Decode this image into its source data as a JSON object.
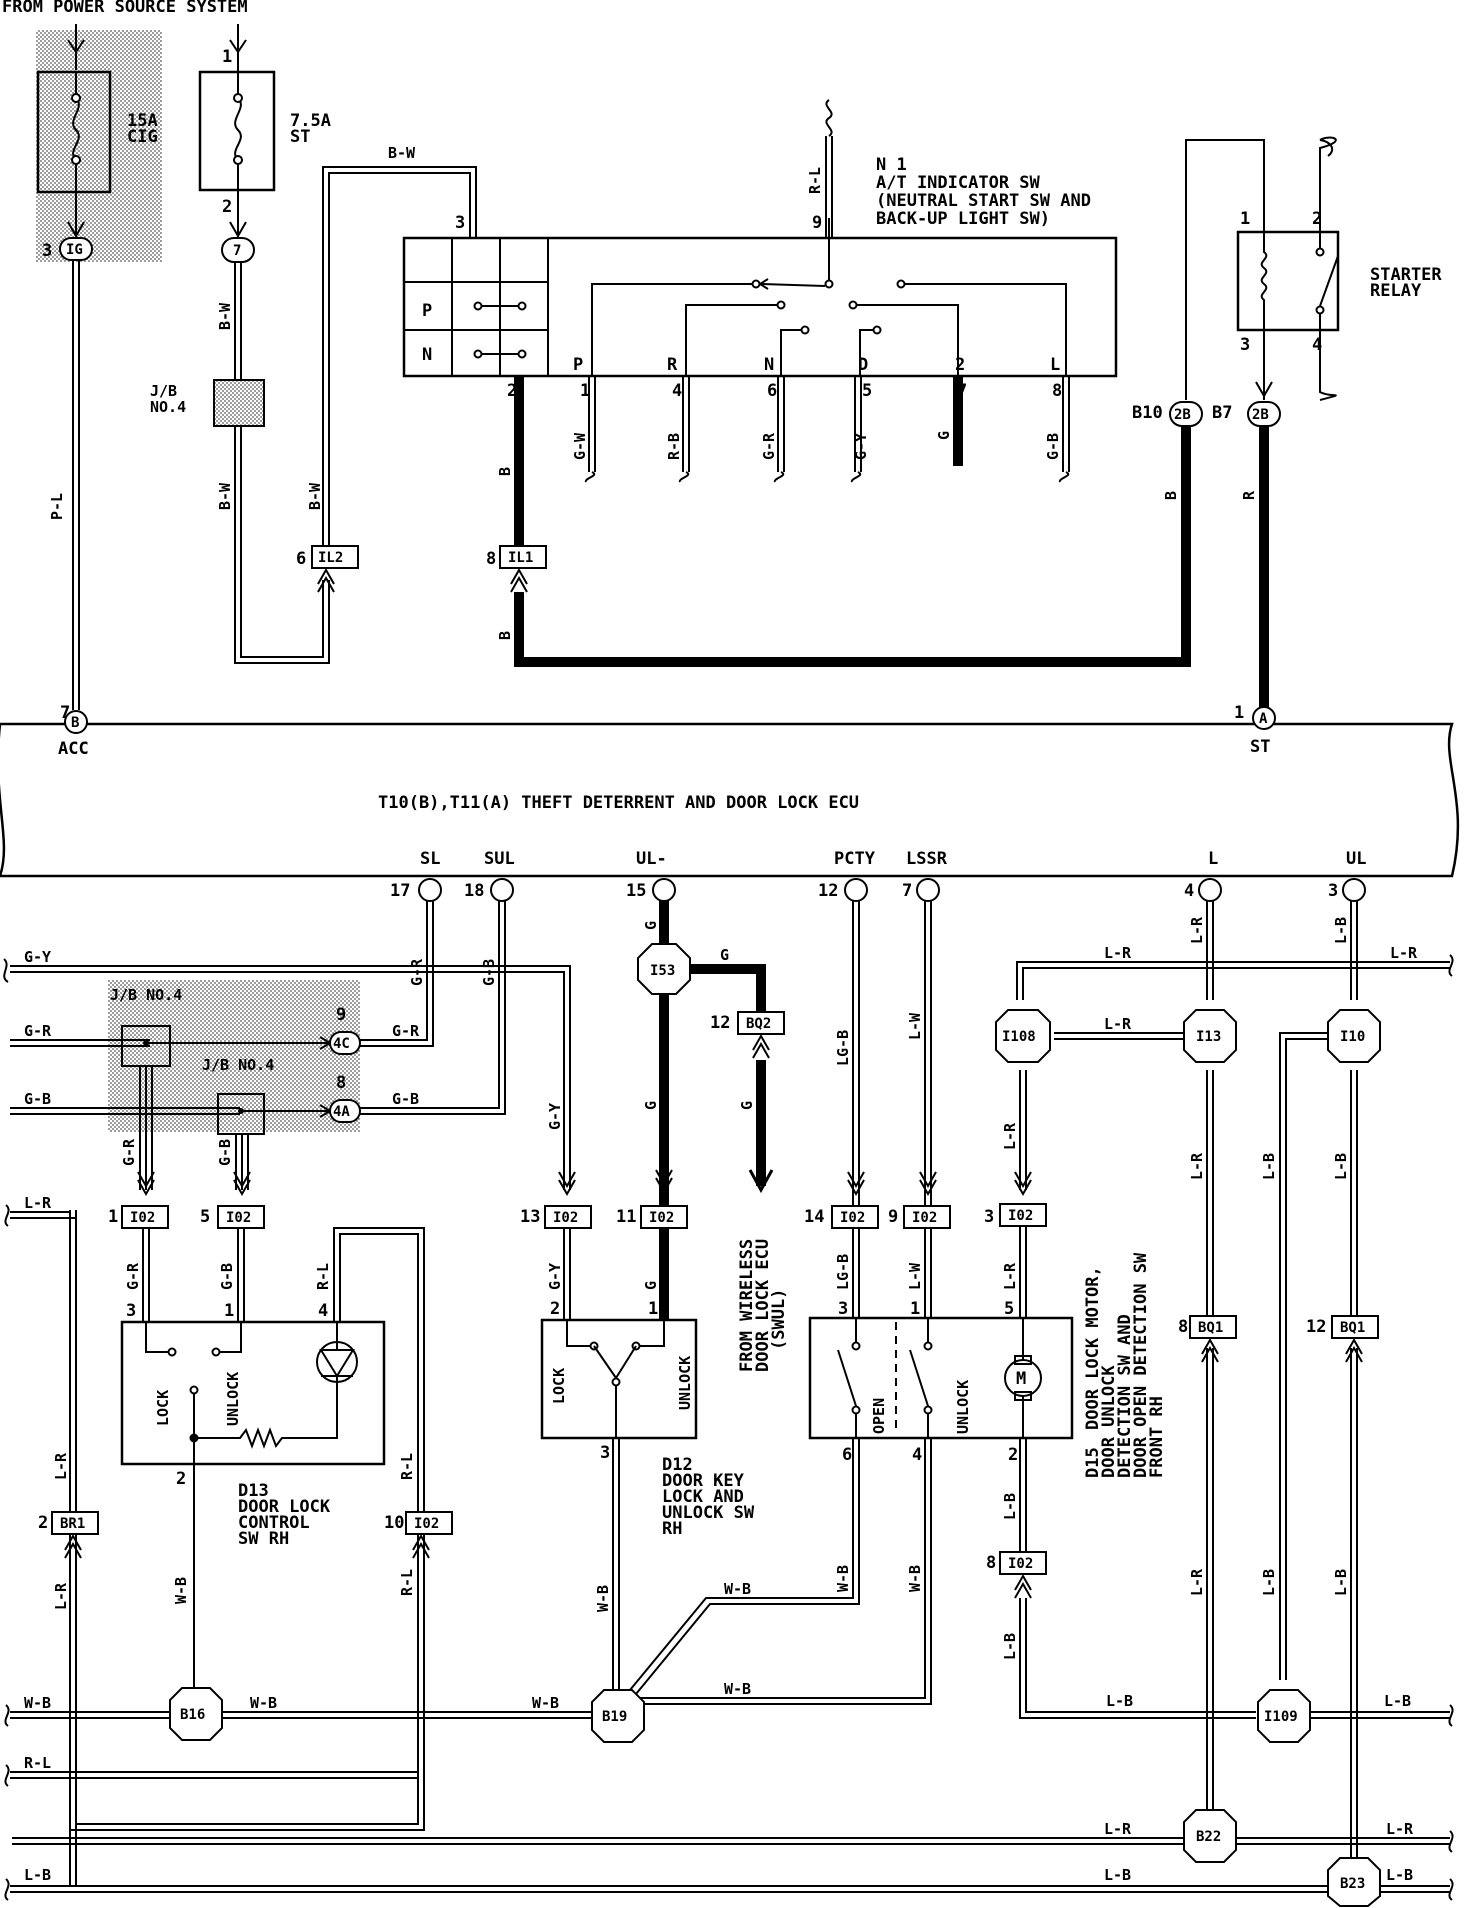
{
  "header": {
    "from_power": "FROM POWER SOURCE SYSTEM"
  },
  "fuses": {
    "cig": {
      "amp": "15A",
      "name": "CIG",
      "conn": "IG",
      "pin": "3"
    },
    "st": {
      "amp": "7.5A",
      "name": "ST",
      "conn": "7",
      "pin_top": "1",
      "pin_bot": "2"
    }
  },
  "jb": {
    "no4": "J/B\nNO.4",
    "no4a": "J/B NO.4",
    "no4b": "J/B NO.4"
  },
  "n1": {
    "line1": "N 1",
    "line2": "A/T INDICATOR SW",
    "line3": "(NEUTRAL START SW AND",
    "line4": " BACK-UP LIGHT SW)",
    "grid_p": "P",
    "grid_n": "N",
    "pos": [
      "P",
      "R",
      "N",
      "D",
      "2",
      "L"
    ],
    "pins": [
      "1",
      "4",
      "6",
      "5",
      "7",
      "8"
    ],
    "wires": [
      "G-W",
      "R-B",
      "G-R",
      "G-Y",
      "G",
      "G-B"
    ],
    "pin3": "3",
    "pin9": "9",
    "pin2": "2"
  },
  "relay": {
    "name1": "STARTER",
    "name2": "RELAY",
    "p1": "1",
    "p2": "2",
    "p3": "3",
    "p4": "4"
  },
  "ecu": {
    "title": "T10(B),T11(A) THEFT DETERRENT AND DOOR LOCK ECU",
    "acc": "ACC",
    "st": "ST",
    "acc_pin": "7",
    "acc_conn": "B",
    "st_pin": "1",
    "st_conn": "A",
    "bottom_terms": [
      {
        "name": "SL",
        "pin": "17"
      },
      {
        "name": "SUL",
        "pin": "18"
      },
      {
        "name": "UL-",
        "pin": "15"
      },
      {
        "name": "PCTY",
        "pin": "12"
      },
      {
        "name": "LSSR",
        "pin": "7"
      },
      {
        "name": "L",
        "pin": "4"
      },
      {
        "name": "UL",
        "pin": "3"
      }
    ]
  },
  "connectors": {
    "il2": "IL2",
    "il1": "IL1",
    "b10": "B10",
    "b7": "B7",
    "c2b": "2B",
    "i02": "I02",
    "bq2": "BQ2",
    "bq1": "BQ1",
    "br1": "BR1",
    "c4c": "4C",
    "c4a": "4A",
    "j153": "I53",
    "j108": "I108",
    "j13": "I13",
    "j10": "I10",
    "j109": "I109",
    "b16": "B16",
    "b19": "B19",
    "b22": "B22",
    "b23": "B23"
  },
  "wires": {
    "bw": "B-W",
    "pl": "P-L",
    "rl": "R-L",
    "b": "B",
    "r": "R",
    "gy": "G-Y",
    "gr": "G-R",
    "gb": "G-B",
    "g": "G",
    "lr": "L-R",
    "lb": "L-B",
    "wb": "W-B",
    "lgb": "LG-B",
    "lw": "L-W"
  },
  "d13": {
    "id": "D13",
    "l1": "DOOR LOCK",
    "l2": "CONTROL",
    "l3": "SW RH",
    "lock": "LOCK",
    "unlock": "UNLOCK"
  },
  "d12": {
    "id": "D12",
    "l1": "DOOR KEY",
    "l2": "LOCK AND",
    "l3": "UNLOCK SW",
    "l4": "RH",
    "lock": "LOCK",
    "unlock": "UNLOCK"
  },
  "d15": {
    "id": "D15",
    "l1": "DOOR LOCK MOTOR,",
    "l2": "DOOR UNLOCK",
    "l3": "DETECTION SW AND",
    "l4": "DOOR OPEN DETECTION SW",
    "l5": "FRONT RH",
    "open": "OPEN",
    "unlock": "UNLOCK",
    "m": "M"
  },
  "wireless": {
    "l1": "FROM WIRELESS",
    "l2": "DOOR LOCK ECU",
    "l3": "(SWUL)"
  },
  "colors": {
    "ink": "#000000",
    "shade": "#d9d9d9"
  }
}
